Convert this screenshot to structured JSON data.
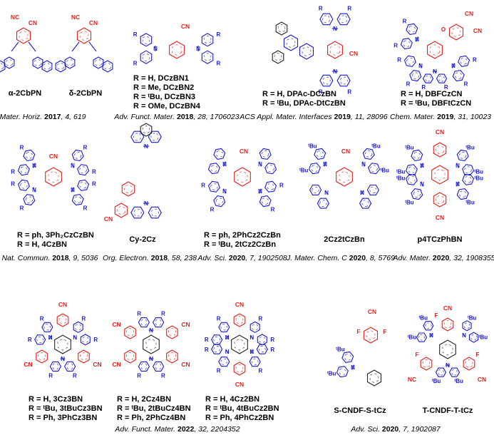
{
  "colors": {
    "donor": "#1a1acc",
    "acceptor": "#e0201c",
    "text": "#000000"
  },
  "compounds": [
    {
      "name": "α-2CbPN"
    },
    {
      "name": "δ-2CbPN"
    },
    {
      "lines": [
        "R = H, DCzBN1",
        "R = Me, DCzBN2",
        "R = ᵗBu, DCzBN3",
        "R = OMe, DCzBN4"
      ]
    },
    {
      "lines": [
        "R = H, DPAc-DCzBN",
        "R = ᵗBu, DPAc-DtCzBN"
      ]
    },
    {
      "lines": [
        "R = H, DBFCzCN",
        "R = ᵗBu, DBFtCzCN"
      ]
    },
    {
      "lines": [
        "R = ph, 3Ph₂CzCzBN",
        "R = H, 4CzBN"
      ]
    },
    {
      "name": "Cy-2Cz"
    },
    {
      "lines": [
        "R = ph, 2PhCz2CzBn",
        "R = ᵗBu, 2tCz2CzBn"
      ]
    },
    {
      "name": "2Cz2tCzBn"
    },
    {
      "name": "p4TCzPhBN"
    },
    {
      "lines": [
        "R = H, 3Cz3BN",
        "R = ᵗBu, 3tBuCz3BN",
        "R = Ph, 3PhCz3BN"
      ]
    },
    {
      "lines": [
        "R = H, 2Cz4BN",
        "R = ᵗBu, 2tBuCz4BN",
        "R = Ph, 2PhCz4BN"
      ]
    },
    {
      "lines": [
        "R = H, 4Cz2BN",
        "R = ᵗBu, 4tBuCz2BN",
        "R = Ph, 4PhCz2BN"
      ]
    },
    {
      "name": "S-CNDF-S-tCz"
    },
    {
      "name": "T-CNDF-T-tCz"
    }
  ],
  "references": [
    {
      "journal": "Mater. Horiz.",
      "year": "2017",
      "rest": ", 4, 619"
    },
    {
      "journal": "Adv. Funct. Mater.",
      "year": "2018",
      "rest": ", 28, 1706023"
    },
    {
      "journal": "ACS Appl. Mater. Interfaces",
      "year": "2019",
      "rest": ", 11, 28096"
    },
    {
      "journal": "Chem. Mater.",
      "year": "2019",
      "rest": ", 31, 10023"
    },
    {
      "journal": "Nat. Commun.",
      "year": "2018",
      "rest": ", 9, 5036"
    },
    {
      "journal": "Org. Electron.",
      "year": "2018",
      "rest": ", 58, 238"
    },
    {
      "journal": "Adv. Sci.",
      "year": "2020",
      "rest": ", 7, 1902508"
    },
    {
      "journal": "J. Mater. Chem. C",
      "year": "2020",
      "rest": ", 8, 5769"
    },
    {
      "journal": "Adv. Mater.",
      "year": "2020",
      "rest": ", 32, 1908355"
    },
    {
      "journal": "Adv. Funct. Mater.",
      "year": "2022",
      "rest": ", 32, 2204352"
    },
    {
      "journal": "Adv. Sci.",
      "year": "2020",
      "rest": ", 7, 1902087"
    }
  ],
  "structure_text": {
    "cn": "CN",
    "nc": "NC",
    "n": "N",
    "o": "O",
    "f": "F",
    "r": "R",
    "tbu": "ᵗBu"
  }
}
